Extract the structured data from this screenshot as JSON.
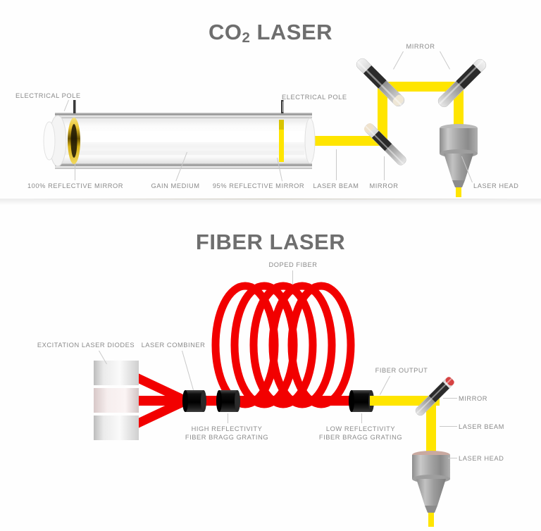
{
  "page": {
    "background": "#ffffff",
    "label_color": "#8a8a8a",
    "title_color": "#6e6e6e"
  },
  "colors": {
    "beam_yellow": "#FFE500",
    "fiber_red": "#F20000",
    "mirror_dark": "#2b2b2b",
    "mirror_light": "#d9d9d9",
    "metal_gray": "#9a9a9a",
    "grating_black": "#111111",
    "gold": "#E8C000"
  },
  "co2": {
    "title_main": "CO",
    "title_sub": "2",
    "title_tail": " LASER",
    "labels": {
      "electrical_pole_left": "ELECTRICAL POLE",
      "electrical_pole_right": "ELECTRICAL POLE",
      "mirror_100": "100% REFLECTIVE MIRROR",
      "gain_medium": "GAIN MEDIUM",
      "mirror_95": "95% REFLECTIVE MIRROR",
      "laser_beam": "LASER BEAM",
      "mirror_top": "MIRROR",
      "mirror_bottom": "MIRROR",
      "laser_head": "LASER HEAD"
    }
  },
  "fiber": {
    "title": "FIBER LASER",
    "labels": {
      "doped_fiber": "DOPED FIBER",
      "excitation_diodes": "EXCITATION LASER DIODES",
      "laser_combiner": "LASER COMBINER",
      "hr_grating_line1": "HIGH REFLECTIVITY",
      "hr_grating_line2": "FIBER BRAGG GRATING",
      "lr_grating_line1": "LOW REFLECTIVITY",
      "lr_grating_line2": "FIBER BRAGG GRATING",
      "fiber_output": "FIBER OUTPUT",
      "mirror": "MIRROR",
      "laser_beam": "LASER BEAM",
      "laser_head": "LASER HEAD"
    }
  }
}
